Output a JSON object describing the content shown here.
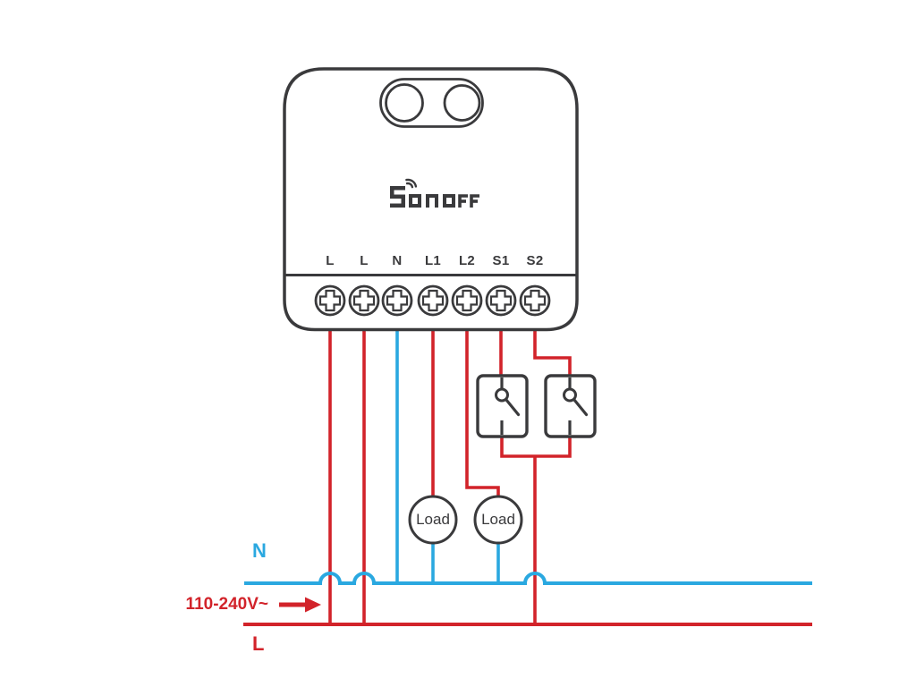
{
  "diagram": {
    "type": "wiring-diagram",
    "description": "Sonoff dual-channel smart switch module wiring with two wall switches and two loads"
  },
  "colors": {
    "live_red": "#d2232a",
    "neutral_blue": "#2aa8e0",
    "outline_dark": "#3a3a3c",
    "background": "#ffffff"
  },
  "device": {
    "brand": "Sonoff",
    "terminals": [
      {
        "label": "L"
      },
      {
        "label": "L"
      },
      {
        "label": "N"
      },
      {
        "label": "L1"
      },
      {
        "label": "L2"
      },
      {
        "label": "S1"
      },
      {
        "label": "S2"
      }
    ]
  },
  "switches": [
    {
      "name": "wall-switch-1",
      "connected_terminal": "S1"
    },
    {
      "name": "wall-switch-2",
      "connected_terminal": "S2"
    }
  ],
  "loads": [
    {
      "label": "Load",
      "connected_terminal": "L1"
    },
    {
      "label": "Load",
      "connected_terminal": "L2"
    }
  ],
  "power": {
    "neutral_label": "N",
    "live_label": "L",
    "voltage_label": "110-240V~"
  }
}
